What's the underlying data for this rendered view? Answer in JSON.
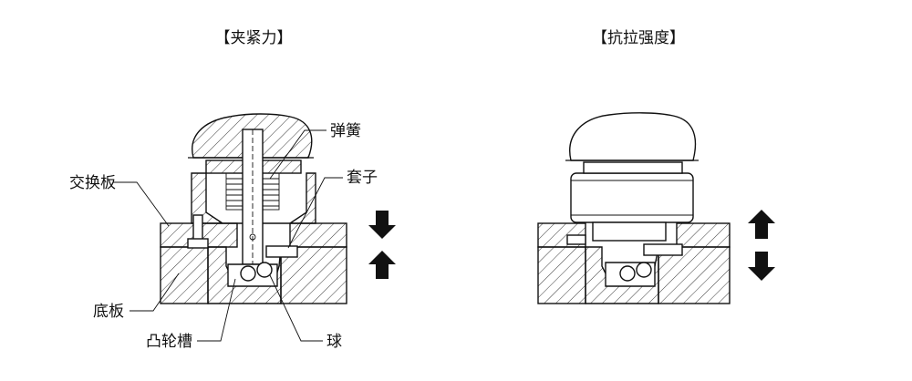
{
  "left_panel": {
    "title": "【夹紧力】",
    "labels": {
      "spring": "弹簧",
      "exchange_plate": "交换板",
      "sleeve": "套子",
      "base_plate": "底板",
      "cam_groove": "凸轮槽",
      "ball": "球"
    }
  },
  "right_panel": {
    "title": "【抗拉强度】"
  },
  "colors": {
    "line": "#111111",
    "background": "#ffffff",
    "arrow": "#111111"
  }
}
